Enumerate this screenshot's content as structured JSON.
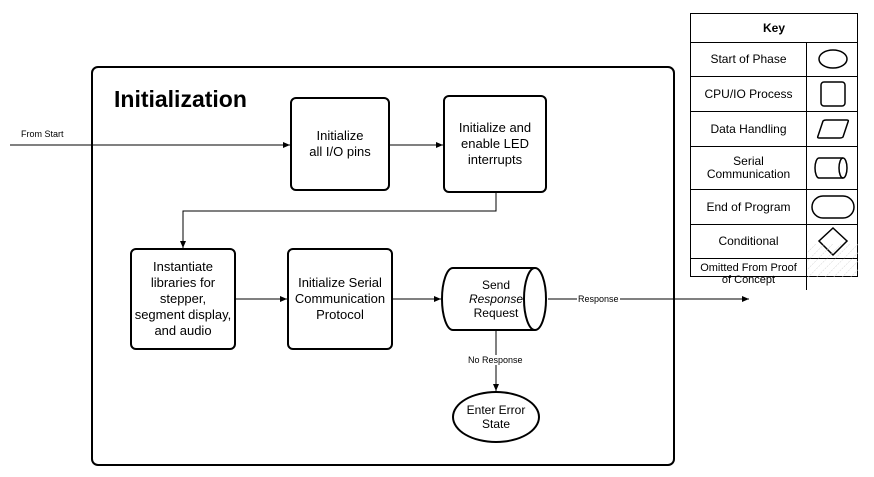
{
  "phase": {
    "title": "Initialization"
  },
  "steps": {
    "init_io": "Initialize\nall I/O pins",
    "init_led": "Initialize and\nenable LED\ninterrupts",
    "instantiate_libs": "Instantiate\nlibraries for\nstepper,\nsegment display,\nand audio",
    "init_serial": "Initialize Serial\nCommunication\nProtocol",
    "send_request": {
      "line1": "Send",
      "line2": "Response",
      "line3": "Request"
    },
    "error_state": "Enter Error\nState"
  },
  "edges": {
    "from_start": "From Start",
    "response": "Response",
    "no_response": "No Response"
  },
  "key": {
    "title": "Key",
    "rows": [
      {
        "label": "Start of Phase",
        "shape": "ellipse-icon"
      },
      {
        "label": "CPU/IO Process",
        "shape": "rounded-rectangle-icon"
      },
      {
        "label": "Data Handling",
        "shape": "parallelogram-icon"
      },
      {
        "label": "Serial\nCommunication",
        "shape": "cylinder-icon"
      },
      {
        "label": "End of Program",
        "shape": "stadium-icon"
      },
      {
        "label": "Conditional",
        "shape": "diamond-icon"
      },
      {
        "label": "Omitted From Proof\nof Concept",
        "shape": "hatched-box-icon"
      }
    ]
  }
}
